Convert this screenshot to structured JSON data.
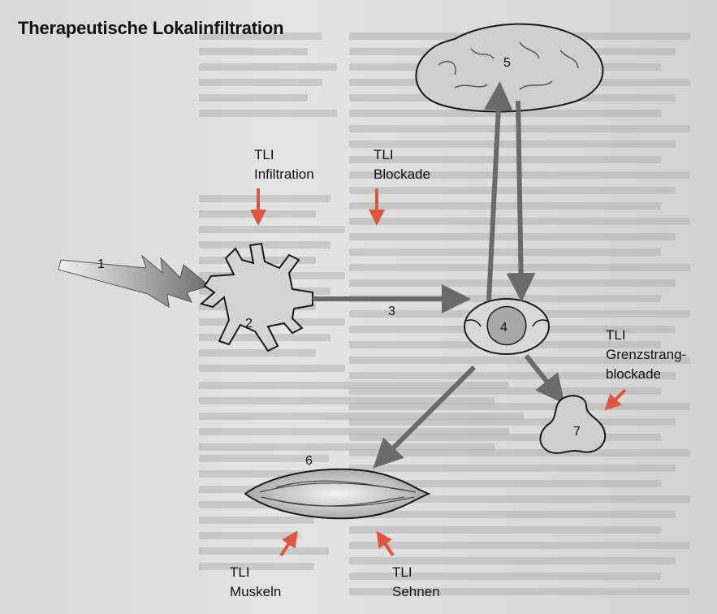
{
  "title": "Therapeutische Lokalinfiltration",
  "labels": {
    "tli_infiltration": {
      "line1": "TLI",
      "line2": "Infiltration"
    },
    "tli_blockade": {
      "line1": "TLI",
      "line2": "Blockade"
    },
    "tli_grenzstrang": {
      "line1": "TLI",
      "line2": "Grenzstrang-",
      "line3": "blockade"
    },
    "tli_muskeln": {
      "line1": "TLI",
      "line2": "Muskeln"
    },
    "tli_sehnen": {
      "line1": "TLI",
      "line2": "Sehnen"
    }
  },
  "numbers": {
    "n1": "1",
    "n2": "2",
    "n3": "3",
    "n4": "4",
    "n5": "5",
    "n6": "6",
    "n7": "7"
  },
  "colors": {
    "injection_arrow": "#e0553f",
    "pathway_arrow": "#6a6a6a",
    "structure_fill": "#c9c9c9",
    "structure_stroke": "#1a1a1a"
  }
}
